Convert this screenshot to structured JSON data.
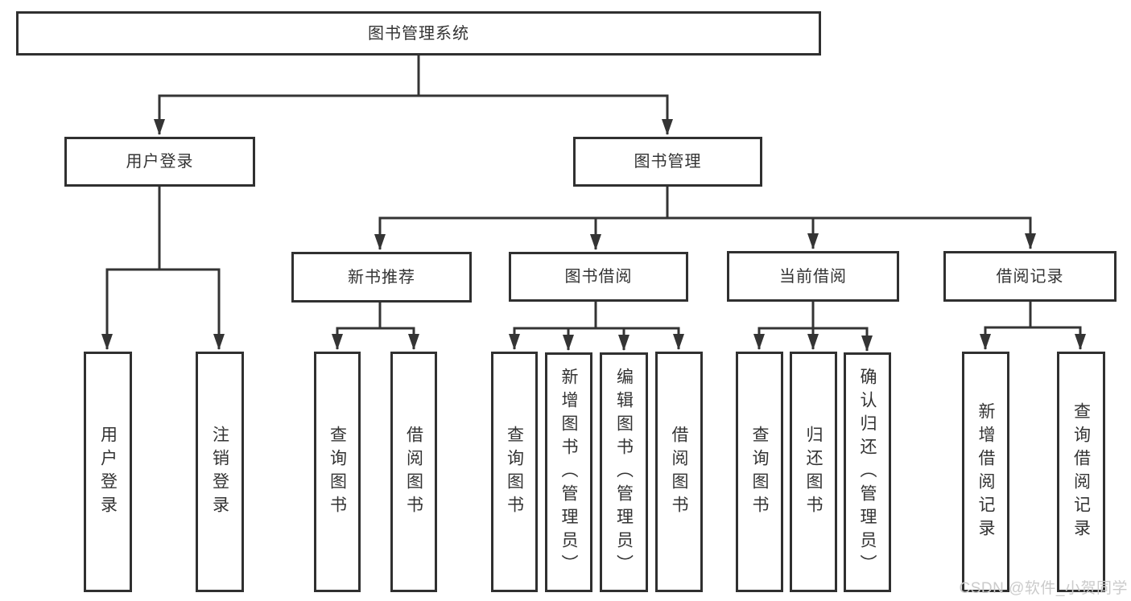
{
  "diagram": {
    "root": {
      "label": "图书管理系统"
    },
    "branches": [
      {
        "label": "用户登录",
        "children": [
          "用户登录",
          "注销登录"
        ]
      },
      {
        "label": "图书管理",
        "sections": [
          {
            "label": "新书推荐",
            "children": [
              "查询图书",
              "借阅图书"
            ]
          },
          {
            "label": "图书借阅",
            "children": [
              "查询图书",
              "新增图书（管理员）",
              "编辑图书（管理员）",
              "借阅图书"
            ]
          },
          {
            "label": "当前借阅",
            "children": [
              "查询图书",
              "归还图书",
              "确认归还（管理员）"
            ]
          },
          {
            "label": "借阅记录",
            "children": [
              "新增借阅记录",
              "查询借阅记录"
            ]
          }
        ]
      }
    ],
    "watermark": "CSDN @软件_小贺同学",
    "colors": {
      "line": "#343434",
      "box_border": "#303030",
      "text": "#333333",
      "watermark": "#cbcbcb",
      "background": "#ffffff"
    }
  }
}
